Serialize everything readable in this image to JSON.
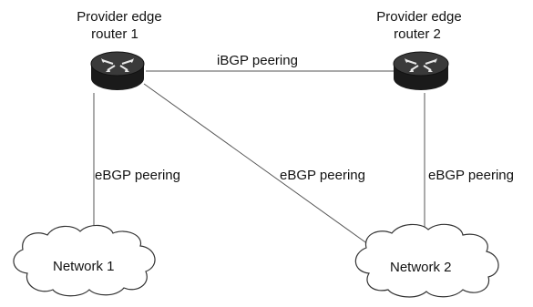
{
  "routers": [
    {
      "label_line1": "Provider edge",
      "label_line2": "router 1",
      "icon": "router-icon"
    },
    {
      "label_line1": "Provider edge",
      "label_line2": "router 2",
      "icon": "router-icon"
    }
  ],
  "links": {
    "ibgp": "iBGP peering",
    "ebgp_r1_n1": "eBGP peering",
    "ebgp_r1_n2": "eBGP peering",
    "ebgp_r2_n2": "eBGP peering"
  },
  "networks": [
    {
      "label": "Network 1",
      "icon": "cloud-icon"
    },
    {
      "label": "Network 2",
      "icon": "cloud-icon"
    }
  ]
}
